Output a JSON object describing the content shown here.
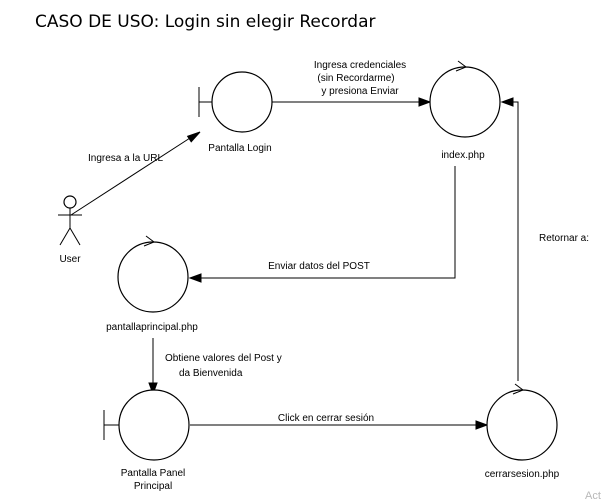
{
  "title": "CASO DE USO: Login sin elegir Recordar",
  "actor": {
    "label": "User"
  },
  "nodes": {
    "pantalla_login": {
      "kind": "boundary",
      "label": "Pantalla Login"
    },
    "index_php": {
      "kind": "control",
      "label": "index.php"
    },
    "pantalla_principal_php": {
      "kind": "control",
      "label": "pantallaprincipal.php"
    },
    "pantalla_panel_principal": {
      "kind": "boundary",
      "label_line1": "Pantalla Panel",
      "label_line2": "Principal"
    },
    "cerrarsesion_php": {
      "kind": "control",
      "label": "cerrarsesion.php"
    }
  },
  "edges": {
    "user_to_login": {
      "label": "Ingresa a la URL"
    },
    "login_to_index": {
      "label_line1": "Ingresa credenciales",
      "label_line2": "(sin Recordarme)",
      "label_line3": "y presiona Enviar"
    },
    "index_to_principal": {
      "label": "Enviar datos del POST"
    },
    "principal_to_panel": {
      "label_line1": "Obtiene valores del Post y",
      "label_line2": "da Bienvenida"
    },
    "panel_to_cerrar": {
      "label": "Click en cerrar sesión"
    },
    "cerrar_to_index": {
      "label": "Retornar a:"
    }
  },
  "watermark": "Act"
}
